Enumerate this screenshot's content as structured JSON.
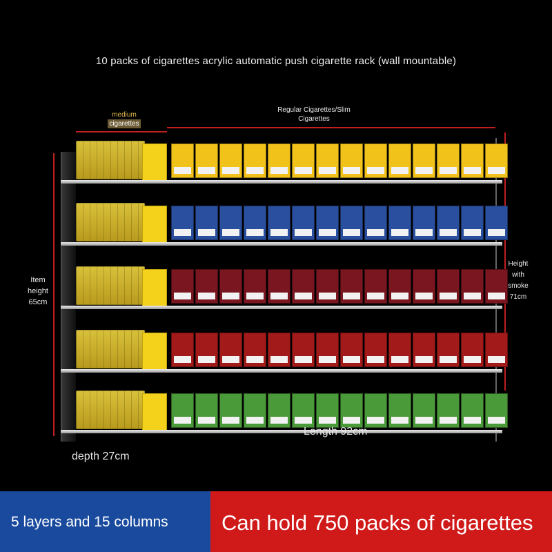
{
  "title": "10 packs of cigarettes acrylic automatic push cigarette rack (wall mountable)",
  "labels": {
    "medium_line1": "medium",
    "medium_line2": "cigarettes",
    "regular_line1": "Regular Cigarettes/Slim",
    "regular_line2": "Cigarettes",
    "item_height_line1": "Item",
    "item_height_line2": "height",
    "item_height_line3": "65cm",
    "height_smoke_line1": "Height",
    "height_smoke_line2": "with",
    "height_smoke_line3": "smoke",
    "height_smoke_line4": "71cm",
    "length": "Length 92cm",
    "depth": "depth 27cm"
  },
  "banner": {
    "left_text": "5 layers and 15 columns",
    "right_text": "Can hold 750 packs of cigarettes",
    "left_color": "#1a4a9e",
    "right_color": "#d01a1a"
  },
  "shelves": [
    {
      "color": "#f0c21a"
    },
    {
      "color": "#2a4f9e"
    },
    {
      "color": "#7a1620"
    },
    {
      "color": "#a31a1a"
    },
    {
      "color": "#4a9a3a"
    }
  ]
}
